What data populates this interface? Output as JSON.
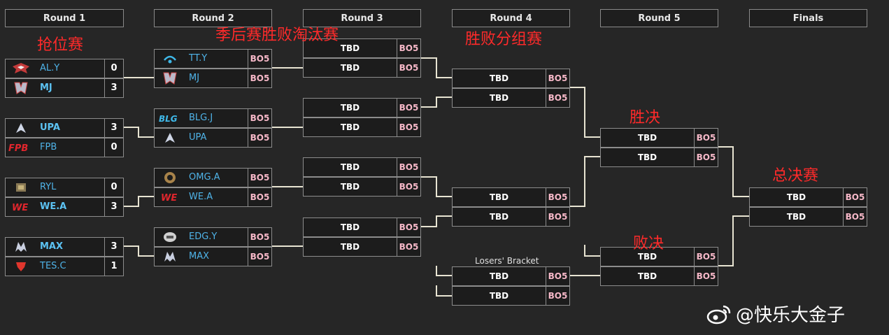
{
  "rounds": [
    "Round 1",
    "Round 2",
    "Round 3",
    "Round 4",
    "Round 5",
    "Finals"
  ],
  "annotations": {
    "r1": "抢位赛",
    "r2": "季后赛胜败淘汰赛",
    "r4": "胜败分组赛",
    "winners_final": "胜决",
    "grand_final": "总决赛",
    "losers_final": "败决"
  },
  "losers_bracket_label": "Losers' Bracket",
  "round1": [
    {
      "a": {
        "name": "AL.Y",
        "score": "0"
      },
      "b": {
        "name": "MJ",
        "score": "3"
      }
    },
    {
      "a": {
        "name": "UPA",
        "score": "3"
      },
      "b": {
        "name": "FPB",
        "score": "0"
      }
    },
    {
      "a": {
        "name": "RYL",
        "score": "0"
      },
      "b": {
        "name": "WE.A",
        "score": "3"
      }
    },
    {
      "a": {
        "name": "MAX",
        "score": "3"
      },
      "b": {
        "name": "TES.C",
        "score": "1"
      }
    }
  ],
  "round2": [
    {
      "a": "TT.Y",
      "b": "MJ"
    },
    {
      "a": "BLG.J",
      "b": "UPA"
    },
    {
      "a": "OMG.A",
      "b": "WE.A"
    },
    {
      "a": "EDG.Y",
      "b": "MAX"
    }
  ],
  "tbd": "TBD",
  "bo": "BO5",
  "watermark": "@快乐大金子",
  "colors": {
    "team_name": "#4fb3e8",
    "bo": "#f6b8c8",
    "annotation": "#ff2a2a",
    "line": "#e8e4d2"
  }
}
